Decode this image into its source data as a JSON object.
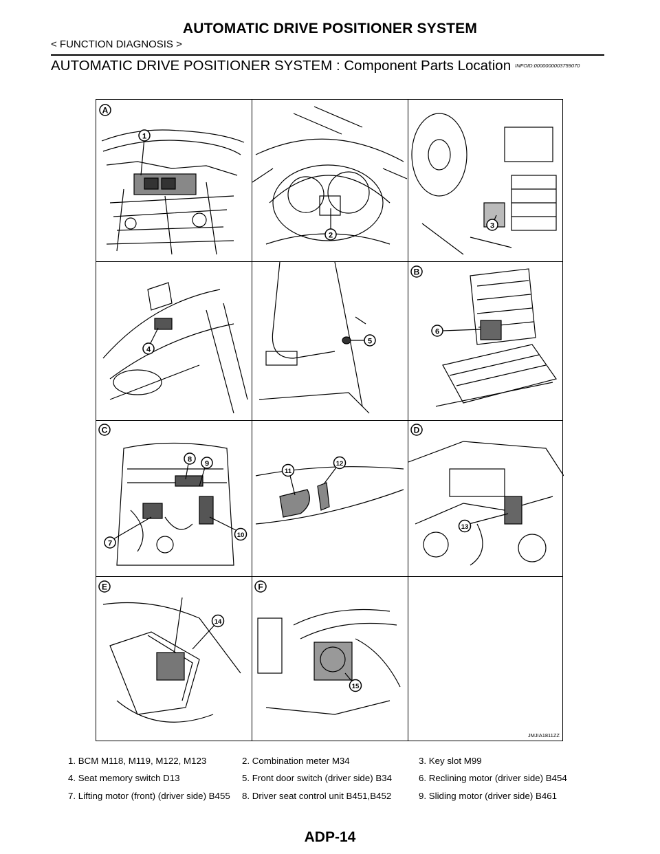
{
  "header": {
    "title": "AUTOMATIC DRIVE POSITIONER SYSTEM",
    "breadcrumb": "< FUNCTION DIAGNOSIS >"
  },
  "section": {
    "title": "AUTOMATIC DRIVE POSITIONER SYSTEM : Component Parts Location",
    "info_id": "INFOID:0000000003759070"
  },
  "figure": {
    "image_id": "JMJIA1811ZZ",
    "view_letters": [
      "A",
      "B",
      "C",
      "D",
      "E",
      "F"
    ],
    "callouts": [
      "1",
      "2",
      "3",
      "4",
      "5",
      "6",
      "7",
      "8",
      "9",
      "10",
      "11",
      "12",
      "13",
      "14",
      "15"
    ]
  },
  "legend": [
    [
      "1.  BCM M118, M119, M122, M123",
      "2.  Combination meter M34",
      "3.  Key slot M99"
    ],
    [
      "4.  Seat memory switch D13",
      "5.  Front door switch (driver side) B34",
      "6.  Reclining motor (driver side) B454"
    ],
    [
      "7.  Lifting motor (front) (driver side) B455",
      "8.  Driver seat control unit B451,B452",
      "9.  Sliding motor (driver side) B461"
    ]
  ],
  "footer": {
    "page_number": "ADP-14"
  }
}
